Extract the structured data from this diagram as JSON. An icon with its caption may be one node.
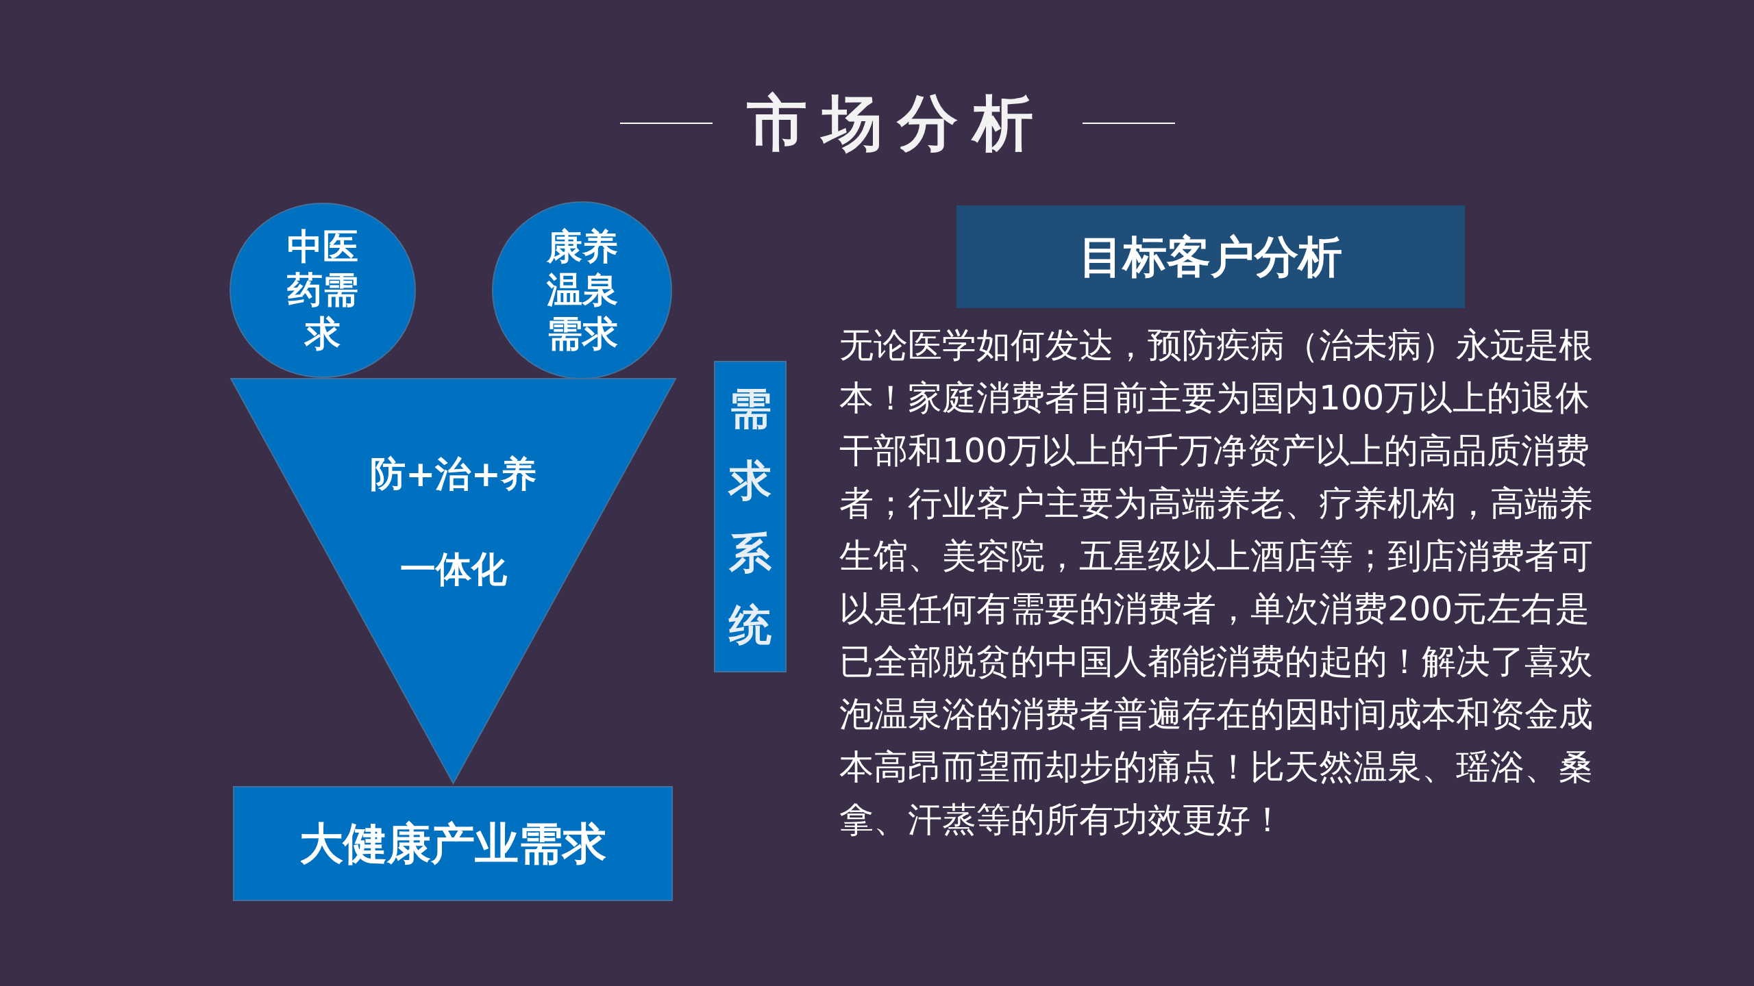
{
  "diagram": {
    "title": "市场分析",
    "nodes": [
      {
        "text": [
          "中医药需求"
        ]
      },
      {
        "text": [
          "康养温泉需求"
        ]
      },
      {
        "text": [
          "防+治+养",
          "一体化"
        ]
      },
      {
        "text": [
          "大健康产业需求"
        ]
      },
      {
        "text": [
          "需求系统"
        ]
      },
      {
        "text": [
          "目标客户分析"
        ]
      }
    ],
    "labels": [
      "无论医学如何发达，预防疾病（治未病）永远是根本！家庭消费者目前主要为国内100万以上的退休干部和100万以上的千万净资产以上的高品质消费者；行业客户主要为高端养老、疗养机构，高端养生馆、美容院，五星级以上酒店等；到店消费者可以是任何有需要的消费者，单次消费200元左右是已全部脱贫的中国人都能消费的起的！解决了喜欢泡温泉浴的消费者普遍存在的因时间成本和资金成本高昂而望而却步的痛点！比天然温泉、瑶浴、桑拿、汗蒸等的所有功效更好！"
    ]
  }
}
